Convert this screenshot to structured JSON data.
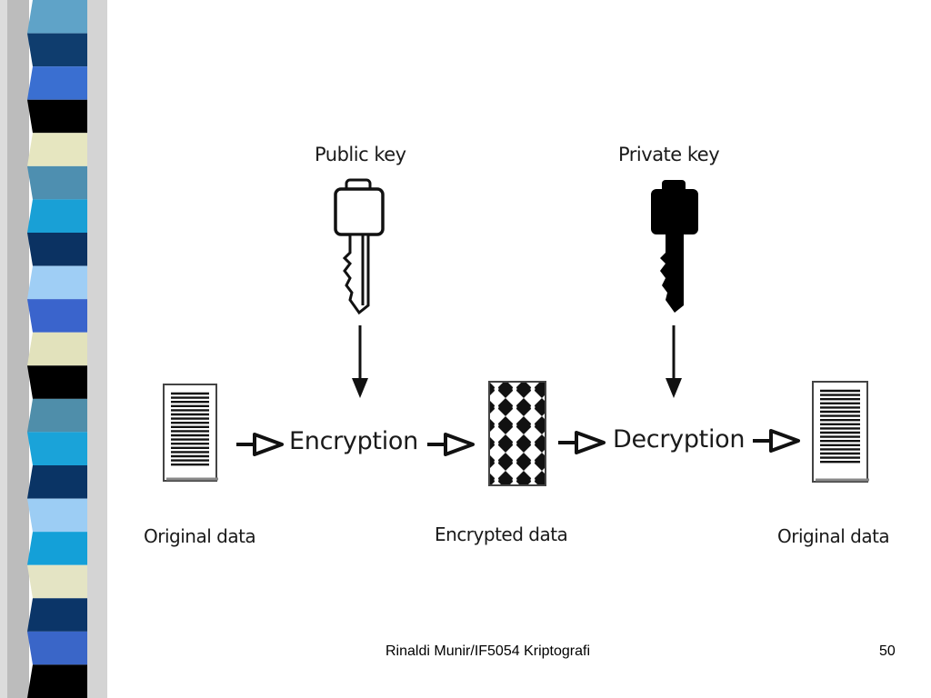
{
  "slide": {
    "footer_credit": "Rinaldi Munir/IF5054 Kriptografi",
    "page_number": "50",
    "side_strip_colors": [
      "#5fa3c8",
      "#0f3d6e",
      "#3a6fd1",
      "#000000",
      "#e6e6c0",
      "#4e8fb0",
      "#19a0d6",
      "#0b3262",
      "#9fcef5",
      "#3a64cc",
      "#e2e2bc",
      "#000000",
      "#4f8eaa",
      "#1aa3d9",
      "#0a3465",
      "#9ccdf4",
      "#14a0d8",
      "#e4e4c4",
      "#0b3568",
      "#3a66c8",
      "#000000"
    ]
  },
  "diagram": {
    "public_key_label": "Public key",
    "private_key_label": "Private key",
    "encryption_label": "Encryption",
    "decryption_label": "Decryption",
    "original_data_label_left": "Original data",
    "encrypted_data_label": "Encrypted data",
    "original_data_label_right": "Original data",
    "public_key_color": "#ffffff",
    "private_key_color": "#000000"
  }
}
